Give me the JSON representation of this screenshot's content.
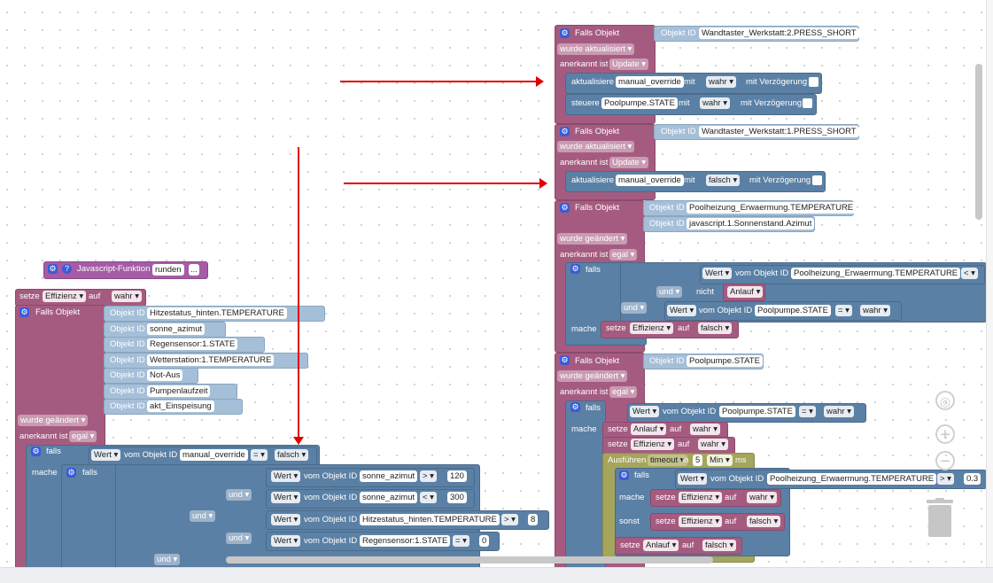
{
  "b1": {
    "head": "Falls Objekt",
    "obj_label": "Objekt ID",
    "obj": "Wandtaster_Werkstatt:2.PRESS_SHORT",
    "trig": "wurde aktualisiert",
    "ack_label": "anerkannt ist",
    "ack": "Update",
    "r1": {
      "kw": "aktualisiere",
      "var": "manual_override",
      "mit": "mit",
      "val": "wahr",
      "delay": "mit Verzögerung"
    },
    "r2": {
      "kw": "steuere",
      "var": "Poolpumpe.STATE",
      "mit": "mit",
      "val": "wahr",
      "delay": "mit Verzögerung"
    }
  },
  "b2": {
    "head": "Falls Objekt",
    "obj_label": "Objekt ID",
    "obj": "Wandtaster_Werkstatt:1.PRESS_SHORT",
    "trig": "wurde aktualisiert",
    "ack_label": "anerkannt ist",
    "ack": "Update",
    "r1": {
      "kw": "aktualisiere",
      "var": "manual_override",
      "mit": "mit",
      "val": "falsch",
      "delay": "mit Verzögerung"
    }
  },
  "b3": {
    "head": "Falls Objekt",
    "obj_label": "Objekt ID",
    "obj1": "Poolheizung_Erwaermung.TEMPERATURE",
    "obj2": "javascript.1.Sonnenstand.Azimut",
    "trig": "wurde geändert",
    "ack_label": "anerkannt ist",
    "ack": "egal",
    "falls": "falls",
    "mache": "mache",
    "c1": {
      "wert": "Wert",
      "vom": "vom Objekt ID",
      "obj": "Poolheizung_Erwaermung.TEMPERATURE",
      "op": "<"
    },
    "und1": "und",
    "nicht": "nicht",
    "var_anlauf": "Anlauf",
    "und2": "und",
    "c2": {
      "wert": "Wert",
      "vom": "vom Objekt ID",
      "obj": "Poolpumpe.STATE",
      "op": "=",
      "val": "wahr"
    },
    "set": {
      "kw": "setze",
      "var": "Effizienz",
      "auf": "auf",
      "val": "falsch"
    }
  },
  "b4": {
    "head": "Falls Objekt",
    "obj_label": "Objekt ID",
    "obj": "Poolpumpe.STATE",
    "trig": "wurde geändert",
    "ack_label": "anerkannt ist",
    "ack": "egal",
    "falls": "falls",
    "mache": "mache",
    "c1": {
      "wert": "Wert",
      "vom": "vom Objekt ID",
      "obj": "Poolpumpe.STATE",
      "op": "=",
      "val": "wahr"
    },
    "s1": {
      "kw": "setze",
      "var": "Anlauf",
      "auf": "auf",
      "val": "wahr"
    },
    "s2": {
      "kw": "setze",
      "var": "Effizienz",
      "auf": "auf",
      "val": "wahr"
    },
    "tm": {
      "kw": "Ausführen",
      "timeout": "timeout",
      "in": "in",
      "n": "5",
      "unit": "Min",
      "ms": "ms"
    },
    "inner": {
      "falls": "falls",
      "wert": "Wert",
      "vom": "vom Objekt ID",
      "obj": "Poolheizung_Erwaermung.TEMPERATURE",
      "op": ">",
      "val": "0.3",
      "mache": "mache",
      "sonst": "sonst",
      "s1": {
        "kw": "setze",
        "var": "Effizienz",
        "auf": "auf",
        "val": "wahr"
      },
      "s2": {
        "kw": "setze",
        "var": "Effizienz",
        "auf": "auf",
        "val": "falsch"
      }
    },
    "s3": {
      "kw": "setze",
      "var": "Anlauf",
      "auf": "auf",
      "val": "falsch"
    }
  },
  "fn": {
    "label": "Javascript-Funktion",
    "name": "runden",
    "more": "..."
  },
  "left": {
    "set": {
      "kw": "setze",
      "var": "Effizienz",
      "auf": "auf",
      "val": "wahr"
    },
    "head": "Falls Objekt",
    "obj_label": "Objekt ID",
    "objs": [
      "Hitzestatus_hinten.TEMPERATURE",
      "sonne_azimut",
      "Regensensor:1.STATE",
      "Wetterstation:1.TEMPERATURE",
      "Not-Aus",
      "Pumpenlaufzeit",
      "akt_Einspeisung"
    ],
    "trig": "wurde geändert",
    "ack_label": "anerkannt ist",
    "ack": "egal",
    "falls": "falls",
    "mache": "mache",
    "falls2": "falls",
    "c1": {
      "wert": "Wert",
      "vom": "vom Objekt ID",
      "obj": "manual_override",
      "op": "=",
      "val": "falsch"
    },
    "und": "und",
    "r1": {
      "wert": "Wert",
      "vom": "vom Objekt ID",
      "obj": "sonne_azimut",
      "op": ">",
      "val": "120"
    },
    "r2": {
      "wert": "Wert",
      "vom": "vom Objekt ID",
      "obj": "sonne_azimut",
      "op": "<",
      "val": "300"
    },
    "r3": {
      "wert": "Wert",
      "vom": "vom Objekt ID",
      "obj": "Hitzestatus_hinten.TEMPERATURE",
      "op": ">",
      "val": "8"
    },
    "r4": {
      "wert": "Wert",
      "vom": "vom Objekt ID",
      "obj": "Regensensor:1.STATE",
      "op": "=",
      "val": "0"
    }
  },
  "colors": {
    "event": "#a55b80",
    "logic": "#5b80a5",
    "object": "#a5bfd8",
    "timer": "#a5a55b",
    "function": "#a55ba5",
    "arrow": "#e00000"
  },
  "icons": [
    "gear-icon",
    "question-icon",
    "locate-icon",
    "zoom-in-icon",
    "zoom-out-icon",
    "trash-icon"
  ]
}
